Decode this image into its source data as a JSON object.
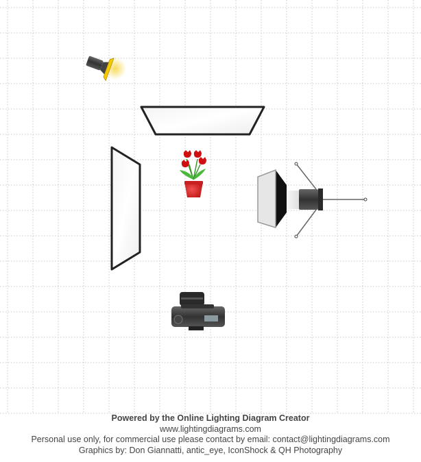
{
  "diagram": {
    "items": [
      "strobe-with-reflector",
      "scrim-panel-top",
      "scrim-panel-left",
      "flower-pot-subject",
      "softbox-on-stand",
      "camera"
    ],
    "colors": {
      "grid": "#c8c8c8",
      "frame": "#222222",
      "flower": "#d01010",
      "reflector": "#f5c800"
    }
  },
  "footer": {
    "powered_by": "Powered by the Online Lighting Diagram Creator",
    "website": "www.lightingdiagrams.com",
    "license": "Personal use only, for commercial use please contact by email: contact@lightingdiagrams.com",
    "credits": "Graphics by: Don Giannatti, antic_eye, IconShock & QH Photography"
  }
}
